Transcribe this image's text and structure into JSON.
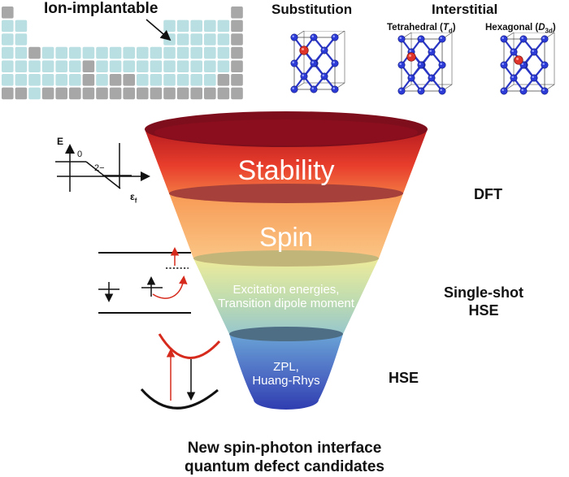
{
  "header": {
    "ion_implantable": "Ion-implantable",
    "substitution": "Substitution",
    "interstitial": "Interstitial",
    "tetrahedral": "Tetrahedral (",
    "tetrahedral_sym": "T",
    "tetrahedral_sub": "d",
    "hexagonal": "Hexagonal (",
    "hexagonal_sym": "D",
    "hexagonal_sub": "3d",
    "close_paren": ")"
  },
  "periodic_table": {
    "highlight_color": "#b9dfe3",
    "gray_color": "#a7a7a7"
  },
  "formation_plot": {
    "e_label": "E",
    "zero_label": "0",
    "charge_label": "2−",
    "x_label": "ε",
    "x_sub": "f"
  },
  "funnel": {
    "stability": "Stability",
    "spin": "Spin",
    "excitation_line1": "Excitation energies,",
    "excitation_line2": "Transition dipole moment",
    "zpl_line1": "ZPL,",
    "zpl_line2": "Huang-Rhys"
  },
  "methods": {
    "dft": "DFT",
    "single_shot_line1": "Single-shot",
    "single_shot_line2": "HSE",
    "hse": "HSE"
  },
  "footer": {
    "line1": "New spin-photon interface",
    "line2": "quantum defect candidates"
  }
}
